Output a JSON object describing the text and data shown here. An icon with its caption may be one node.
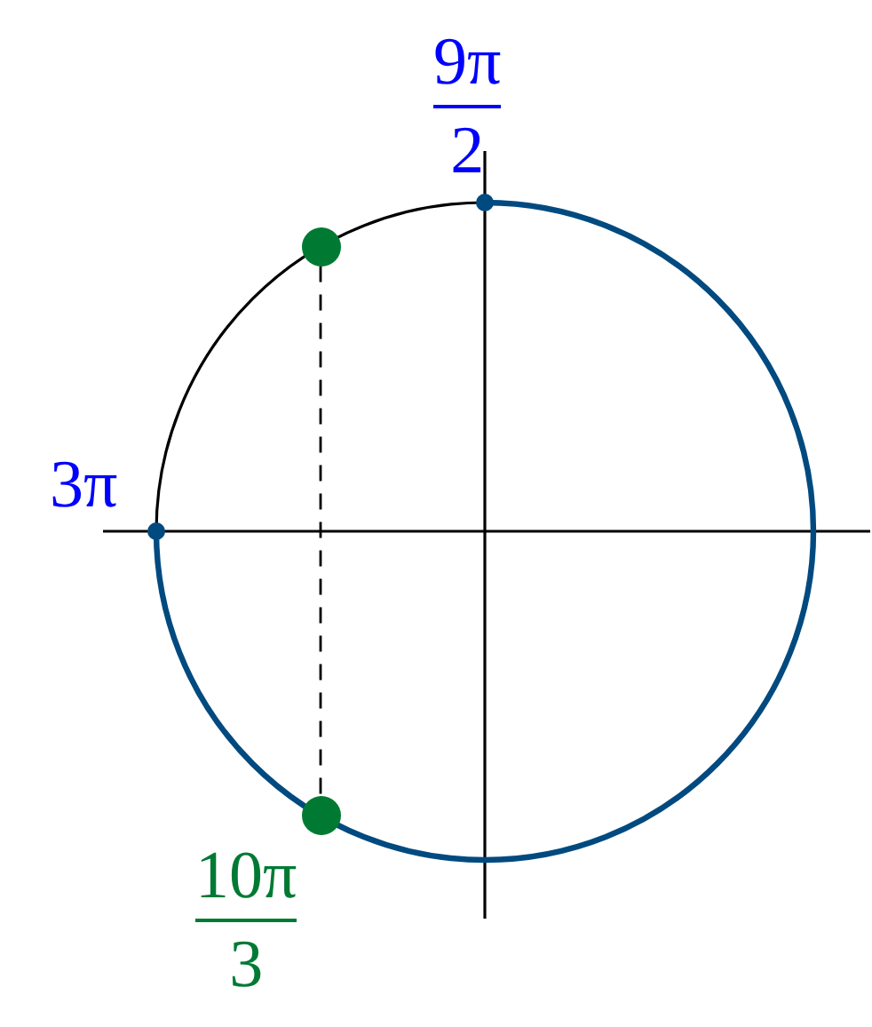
{
  "diagram": {
    "nodes": [
      {
        "text": [],
        "shape": "circle",
        "beside": [
          "9π",
          "2"
        ]
      },
      {
        "text": [],
        "shape": "circle",
        "beside": [
          "3π"
        ]
      },
      {
        "text": [],
        "shape": "circle"
      },
      {
        "text": [],
        "shape": "circle",
        "beside": [
          "10π",
          "3"
        ]
      }
    ],
    "edges": [
      {
        "from": 2,
        "to": 3,
        "arrow": "none",
        "style": "dashed"
      }
    ]
  }
}
